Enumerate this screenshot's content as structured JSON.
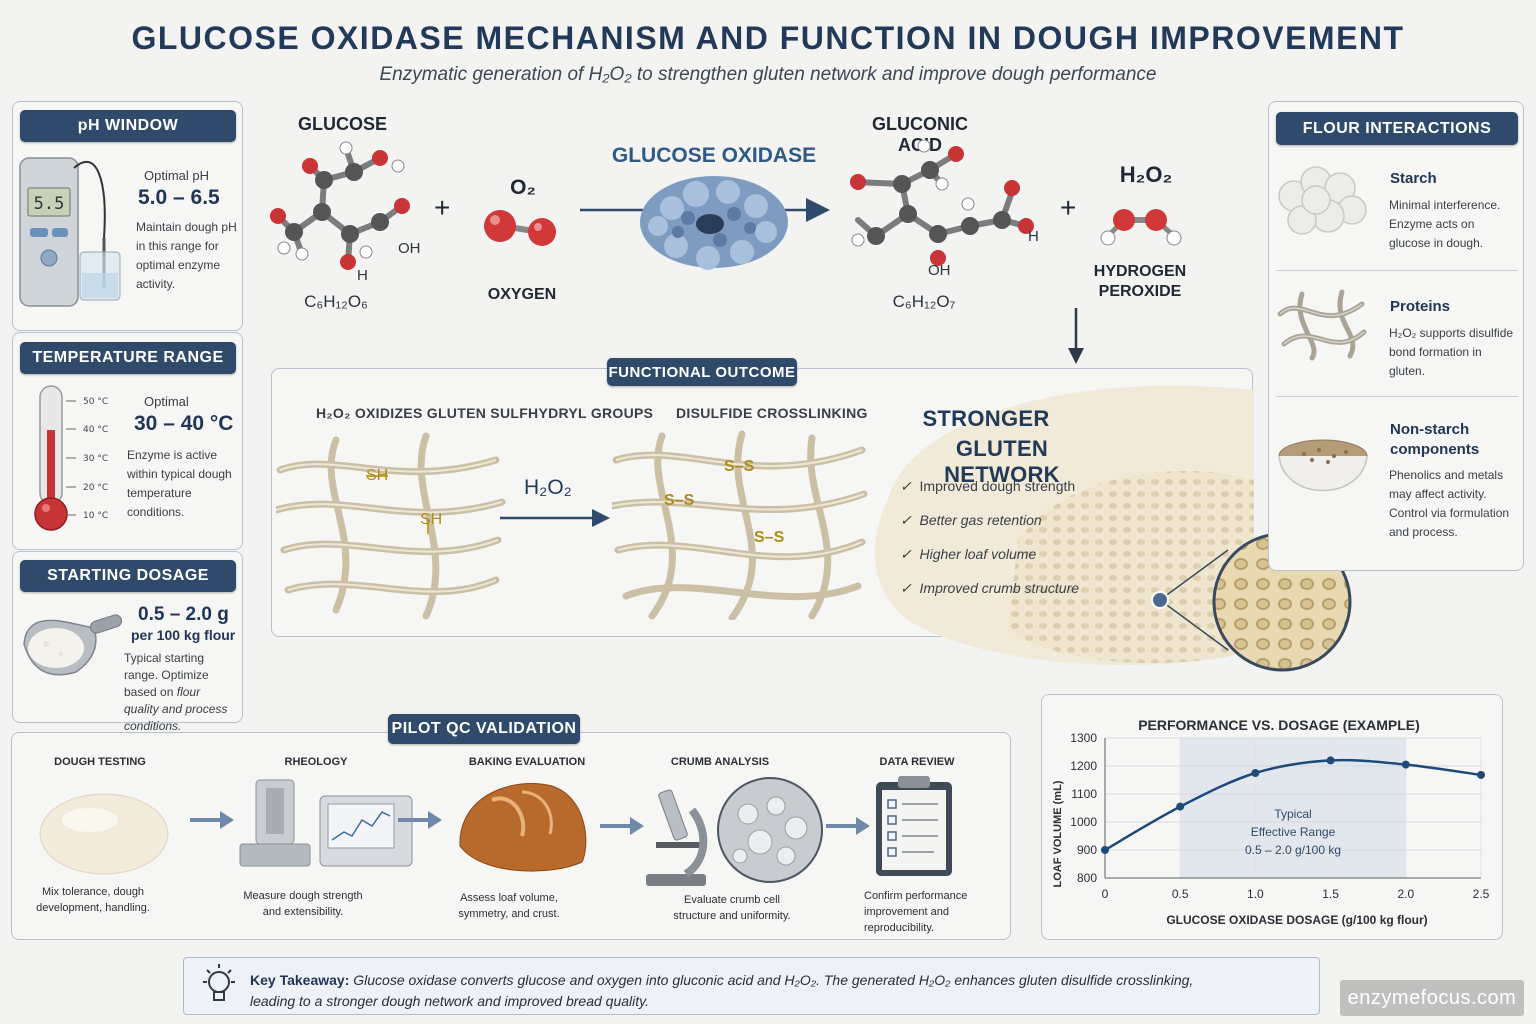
{
  "header": {
    "title": "GLUCOSE OXIDASE MECHANISM AND FUNCTION IN DOUGH IMPROVEMENT",
    "subtitle": "Enzymatic generation of H₂O₂ to strengthen gluten network and improve dough performance"
  },
  "left": {
    "ph": {
      "header": "pH WINDOW",
      "meter_display": "5.5",
      "optimal_label": "Optimal pH",
      "value": "5.0 – 6.5",
      "desc": "Maintain dough pH in this range for optimal enzyme activity."
    },
    "temp": {
      "header": "TEMPERATURE RANGE",
      "ticks": [
        "50 °C",
        "40 °C",
        "30 °C",
        "20 °C",
        "10 °C"
      ],
      "optimal_label": "Optimal",
      "value": "30 – 40 °C",
      "desc": "Enzyme is active within typical dough temperature conditions."
    },
    "dosage": {
      "header": "STARTING DOSAGE",
      "value": "0.5 – 2.0 g",
      "unit": "per 100 kg flour",
      "desc_plain": "Typical starting range. Optimize based on",
      "desc_ital": "flour quality and process conditions."
    }
  },
  "reaction": {
    "glucose_label": "GLUCOSE",
    "glucose_formula": "C₆H₁₂O₆",
    "glucose_oh": "OH",
    "glucose_h": "H",
    "plus": "+",
    "o2_label": "O₂",
    "oxygen_label": "OXYGEN",
    "enzyme_label": "GLUCOSE OXIDASE",
    "gluconic_label": "GLUCONIC ACID",
    "gluconic_formula": "C₆H₁₂O₇",
    "gluconic_oh": "OH",
    "gluconic_h": "H",
    "h2o2_label": "H₂O₂",
    "h2o2_name": "HYDROGEN PEROXIDE"
  },
  "outcome": {
    "header": "FUNCTIONAL OUTCOME",
    "oxidizes_label": "H₂O₂ OXIDIZES GLUTEN SULFHYDRYL GROUPS",
    "crosslink_label": "DISULFIDE CROSSLINKING",
    "sh": "SH",
    "ss": "S–S",
    "arrow_label": "H₂O₂",
    "stronger_line1": "STRONGER",
    "stronger_line2": "GLUTEN NETWORK",
    "benefits": [
      "Improved dough strength",
      "Better gas retention",
      "Higher loaf volume",
      "Improved crumb structure"
    ]
  },
  "flour": {
    "header": "FLOUR INTERACTIONS",
    "starch_title": "Starch",
    "starch_desc": "Minimal interference. Enzyme acts on glucose in dough.",
    "proteins_title": "Proteins",
    "proteins_desc": "H₂O₂ supports disulfide bond formation in gluten.",
    "nonstarch_title": "Non-starch components",
    "nonstarch_desc": "Phenolics and metals may affect activity. Control via formulation and process."
  },
  "pilot": {
    "header": "PILOT QC VALIDATION",
    "steps": [
      {
        "title": "DOUGH TESTING",
        "desc": "Mix tolerance, dough development, handling."
      },
      {
        "title": "RHEOLOGY",
        "desc": "Measure dough strength and extensibility."
      },
      {
        "title": "BAKING  EVALUATION",
        "desc": "Assess loaf volume, symmetry, and crust."
      },
      {
        "title": "CRUMB ANALYSIS",
        "desc": "Evaluate crumb cell structure and uniformity."
      },
      {
        "title": "DATA REVIEW",
        "desc": "Confirm performance improvement and reproducibility."
      }
    ]
  },
  "chart_data": {
    "type": "line",
    "title": "PERFORMANCE VS. DOSAGE  (EXAMPLE)",
    "xlabel": "GLUCOSE OXIDASE DOSAGE  (g/100 kg flour)",
    "ylabel": "LOAF VOLUME  (mL)",
    "x": [
      0,
      0.5,
      1.0,
      1.5,
      2.0,
      2.5
    ],
    "x_tick_labels": [
      "0",
      "0.5",
      "1.0",
      "1.5",
      "2.0",
      "2.5"
    ],
    "y_ticks": [
      800,
      900,
      1000,
      1100,
      1200,
      1300
    ],
    "xlim": [
      0,
      2.5
    ],
    "ylim": [
      800,
      1300
    ],
    "series": [
      {
        "values": [
          900,
          1055,
          1175,
          1220,
          1205,
          1168
        ]
      }
    ],
    "band": {
      "range": [
        0.5,
        2.0
      ],
      "label_lines": [
        "Typical",
        "Effective Range",
        "0.5 – 2.0 g/100 kg"
      ]
    },
    "grid": true,
    "line_color": "#1f4a78"
  },
  "takeaway": {
    "bold": "Key Takeaway:",
    "text": " Glucose oxidase converts glucose and oxygen into gluconic acid and H₂O₂. The generated H₂O₂ enhances gluten disulfide crosslinking,",
    "text2": "leading to a stronger dough network and improved bread quality."
  },
  "watermark": "enzymefocus.com",
  "colors": {
    "header_bg": "#2f4a6b",
    "accent_gold": "#c8a030",
    "oxygen_red": "#d0383a"
  }
}
